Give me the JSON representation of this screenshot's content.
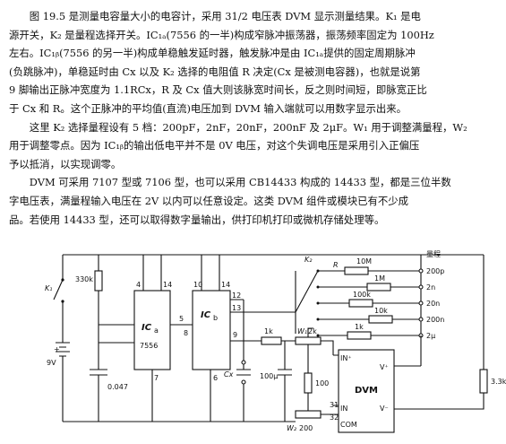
{
  "paragraphs": [
    {
      "lines": [
        "图 19.5 是测量电容量大小的电容计，采用 31/2 电压表 DVM 显示测量结果。K₁ 是电",
        "源开关，K₂ 是量程选择开关。IC₁ₐ(7556 的一半)构成窄脉冲振荡器，振荡频率固定为 100Hz",
        "左右。IC₁ᵦ(7556 的另一半)构成单稳触发延时器，触发脉冲是由 IC₁ₐ提供的固定周期脉冲",
        "(负跳脉冲)，单稳延时由 Cx 以及 K₂ 选择的电阻值 R 决定(Cx 是被测电容器)，也就是说第",
        "9 脚输出正脉冲宽度为 1.1RCx，R 及 Cx 值大则该脉宽时间长，反之则时间短，即脉宽正比",
        "于 Cx 和 R。这个正脉冲的平均值(直流)电压加到 DVM 输入端就可以用数字显示出来。"
      ]
    },
    {
      "lines": [
        "这里 K₂ 选择量程设有 5 档：200pF，2nF，20nF，200nF 及 2μF。W₁ 用于调整满量程，W₂",
        "用于调整零点。因为 IC₁ᵦ的输出低电平并不是 0V 电压，对这个失调电压是采用引入正偏压",
        "予以抵消，以实现调零。"
      ]
    },
    {
      "lines": [
        "DVM 可采用 7107 型或 7106 型，也可以采用 CB14433 构成的 14433 型，都是三位半数",
        "字电压表，满量程输入电压在 2V 以内可以任意设定。这类 DVM 组件或模块已有不少成",
        "品。若使用 14433 型，还可以取得数字量输出，供打印机打印或微机存储处理等。"
      ]
    }
  ],
  "schematic": {
    "k1": "K₁",
    "supply": "9V",
    "r_330k": "330k",
    "c_047": "0.047",
    "ic_a": "IC",
    "ic_a_sub": "a",
    "ic_a_part": "7556",
    "ic_b": "IC",
    "ic_b_sub": "b",
    "pins": {
      "p4": "4",
      "p14": "14",
      "p10": "10",
      "p9": "9",
      "p12": "12",
      "p13": "13",
      "p8": "8",
      "p7": "7",
      "p6": "6",
      "p5": "5"
    },
    "k2": "K₂",
    "range_title": "量程",
    "ranges": [
      "200p",
      "2n",
      "20n",
      "200n",
      "2μ"
    ],
    "r_values": [
      "10M",
      "1M",
      "100k",
      "10k",
      "1k"
    ],
    "r_label": "R",
    "r_1k": "1k",
    "r_2k": "2k",
    "w1": "W₁",
    "w2": "W₂",
    "w2_val": "200",
    "r_100": "100",
    "cx": "Cx",
    "c_100u": "100μ",
    "dvm": "DVM",
    "in_plus": "IN⁺",
    "in_minus": "IN",
    "com": "COM",
    "v_plus": "V⁺",
    "v_minus": "V⁻",
    "pin31": "31",
    "pin32": "32",
    "r_33k": "3.3k"
  }
}
